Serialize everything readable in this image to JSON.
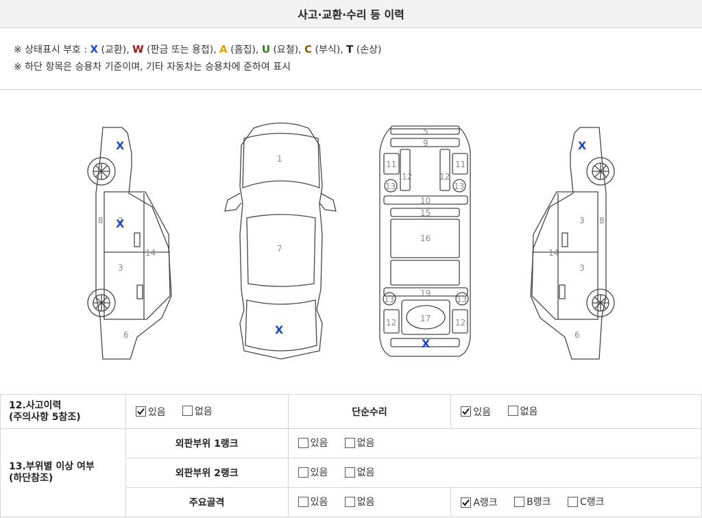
{
  "header": {
    "title": "사고·교환·수리 등 이력"
  },
  "legend": {
    "prefix": "※ 상태표시 부호 : ",
    "codes": [
      {
        "code": "X",
        "desc": " (교환), ",
        "color": "#1d47c6"
      },
      {
        "code": "W",
        "desc": " (판금 또는 용접), ",
        "color": "#9b1b1b"
      },
      {
        "code": "A",
        "desc": " (흠집), ",
        "color": "#e0a000"
      },
      {
        "code": "U",
        "desc": " (요철), ",
        "color": "#2e7d12"
      },
      {
        "code": "C",
        "desc": " (부식), ",
        "color": "#8a5a00"
      },
      {
        "code": "T",
        "desc": " (손상)",
        "color": "#222222"
      }
    ],
    "note": "※ 하단 항목은 승용차 기준이며, 기타 자동차는 승용차에 준하여 표시"
  },
  "diagram": {
    "left_side": {
      "labels": [
        "8",
        "2",
        "3",
        "14",
        "6"
      ],
      "marks": [
        "X",
        "X"
      ]
    },
    "top_view": {
      "labels": [
        "1",
        "7"
      ],
      "marks": [
        "X"
      ]
    },
    "frame": {
      "labels": [
        "5",
        "9",
        "11",
        "11",
        "12",
        "12",
        "13",
        "13",
        "10",
        "15",
        "16",
        "19",
        "13",
        "13",
        "12",
        "12",
        "17"
      ],
      "marks": [
        "X"
      ]
    },
    "right_side": {
      "labels": [
        "8",
        "3",
        "3",
        "14",
        "6"
      ],
      "marks": [
        "X"
      ]
    }
  },
  "table": {
    "row12": {
      "label1": "12.사고이력",
      "label2": "(주의사항 5참조)",
      "yes": "있음",
      "no": "없음",
      "simple_repair": "단순수리",
      "sr_yes": "있음",
      "sr_no": "없음"
    },
    "row13": {
      "label1": "13.부위별 이상 여부",
      "label2": "(하단참조)",
      "sub1": "외판부위 1랭크",
      "sub2": "외판부위 2랭크",
      "sub3": "주요골격",
      "yes": "있음",
      "no": "없음",
      "rankA": "A랭크",
      "rankB": "B랭크",
      "rankC": "C랭크"
    }
  }
}
